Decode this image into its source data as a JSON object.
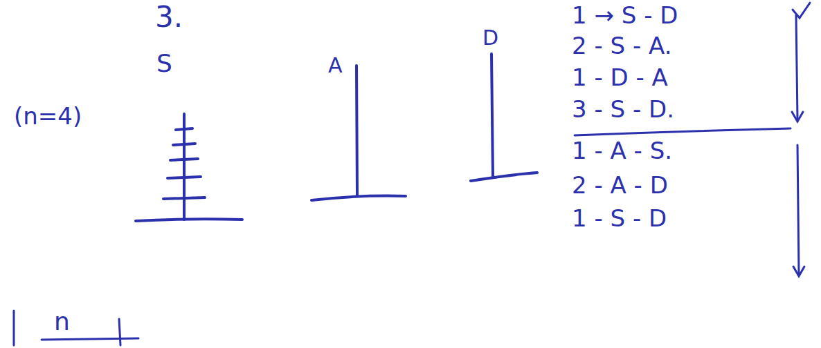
{
  "diagram": {
    "labels": [
      "3.",
      "S",
      "A",
      "D",
      "(n=4)",
      "1 → S - D",
      "2 - S - A.",
      "1 - D - A",
      "3 - S - D.",
      "1 - A - S.",
      "2 - A - D",
      "1 - S - D",
      "n"
    ]
  }
}
